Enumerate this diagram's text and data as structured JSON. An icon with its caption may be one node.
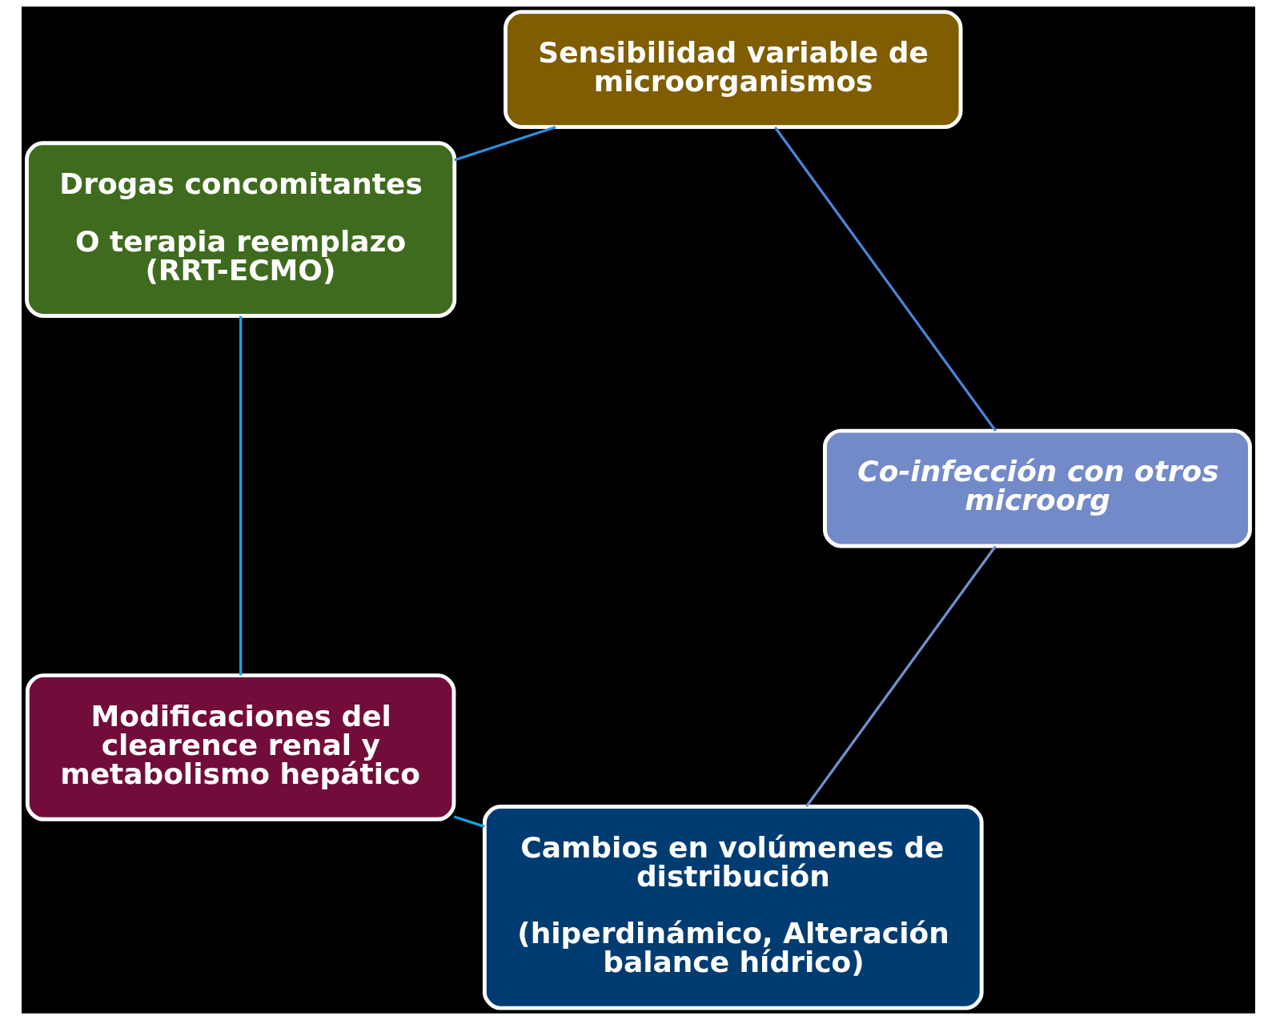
{
  "diagram": {
    "nodes": [
      {
        "text": [
          "Cambios en volúmenes de distribución",
          "(hiperdinámico, Alteración balance hídrico)"
        ]
      },
      {
        "text": [
          "Co-infección con otros microorg"
        ]
      },
      {
        "text": [
          "Modificaciones del clearence renal y metabolismo hepático"
        ]
      },
      {
        "text": [
          "Sensibilidad variable de microorganismos"
        ]
      },
      {
        "text": [
          "Drogas concomitantes",
          "O terapia reemplazo (RRT-ECMO)"
        ]
      }
    ],
    "edges": [
      {
        "from": 0,
        "to": 2,
        "arrow": "none",
        "color": "#1ba1e2"
      },
      {
        "from": 2,
        "to": 4,
        "arrow": "none",
        "color": "#1ba1e2"
      },
      {
        "from": 4,
        "to": 3,
        "arrow": "none",
        "color": "#2e8ee0"
      },
      {
        "from": 3,
        "to": 1,
        "arrow": "none",
        "color": "#4a86d8"
      },
      {
        "from": 1,
        "to": 0,
        "arrow": "none",
        "color": "#7090d0"
      }
    ]
  }
}
